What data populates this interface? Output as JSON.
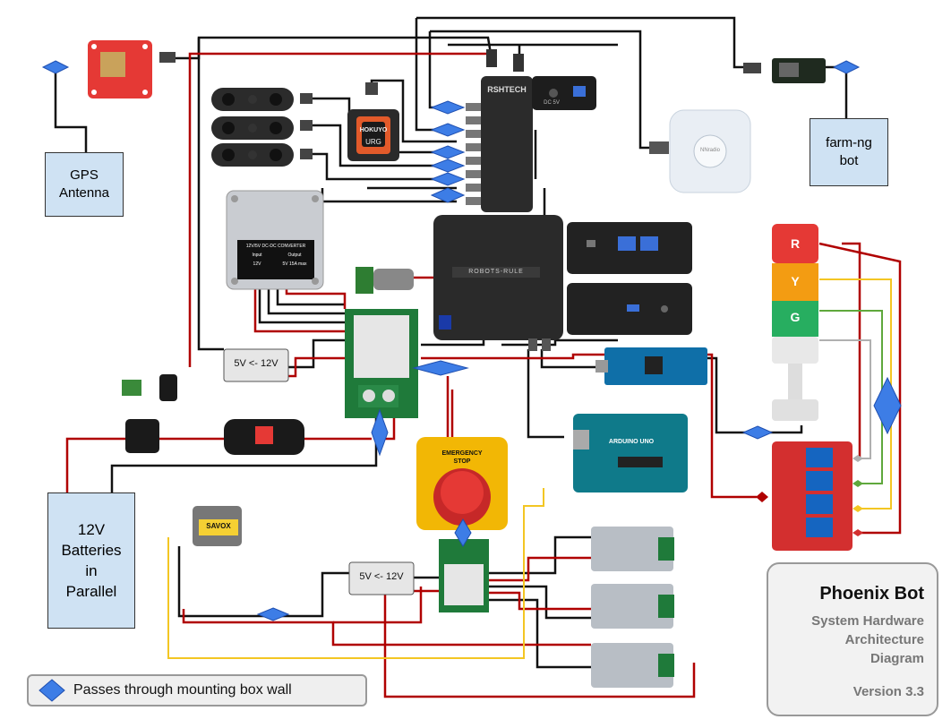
{
  "title_card": {
    "title": "Phoenix Bot",
    "subtitle_line1": "System Hardware",
    "subtitle_line2": "Architecture",
    "subtitle_line3": "Diagram",
    "version": "Version 3.3"
  },
  "legend": {
    "text": "Passes through mounting box wall"
  },
  "boxes": {
    "gps_line1": "GPS",
    "gps_line2": "Antenna",
    "farmng_line1": "farm-ng",
    "farmng_line2": "bot",
    "battery_line1": "12V",
    "battery_line2": "Batteries",
    "battery_line3": "in",
    "battery_line4": "Parallel"
  },
  "device_labels": {
    "usb_hub": "RSHTECH",
    "usb_hub_power": "DC 5V",
    "lidar_brand": "HOKUYO",
    "lidar_model": "URG",
    "dcdc_title": "12V/5V DC-DC CONVERTER",
    "dcdc_input": "Input",
    "dcdc_output": "Output",
    "dcdc_in_v": "12V",
    "dcdc_out_v": "5V 15A max",
    "pc_label": "ROBOTS-RULE",
    "buck1": "5V <- 12V",
    "buck2": "5V <- 12V",
    "estop_line1": "EMERGENCY",
    "estop_line2": "STOP",
    "arduino": "ARDUINO UNO",
    "servo": "SAVOX",
    "nnradio": "NNradio",
    "light_r": "R",
    "light_y": "Y",
    "light_g": "G"
  },
  "colors": {
    "wire_black": "#111111",
    "wire_red": "#b00000",
    "wire_yellow": "#f3c623",
    "wire_green": "#5fa83c",
    "wire_grey": "#b0b0b0",
    "diamond": "#3d7de6",
    "box_fill": "#cfe2f3",
    "pcb_green": "#1f7a3a",
    "relay_red": "#d32f2f"
  }
}
